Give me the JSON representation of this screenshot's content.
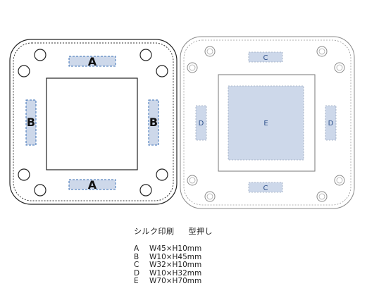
{
  "left_panel": {
    "zone_label_top": "A",
    "zone_label_bottom": "A",
    "zone_label_left": "B",
    "zone_label_right": "B"
  },
  "right_panel": {
    "zone_label_top": "C",
    "zone_label_bottom": "C",
    "zone_label_left": "D",
    "zone_label_right": "D",
    "zone_label_center": "E"
  },
  "legend": {
    "method_silk": "シルク印刷",
    "method_stamp": "型押し",
    "rows": [
      {
        "key": "A",
        "size": "W45×H10mm"
      },
      {
        "key": "B",
        "size": "W10×H45mm"
      },
      {
        "key": "C",
        "size": "W32×H10mm"
      },
      {
        "key": "D",
        "size": "W10×H32mm"
      },
      {
        "key": "E",
        "size": "W70×H70mm"
      }
    ]
  },
  "colors": {
    "zone_fill": "#cdd8ea",
    "zone_stroke_left": "#3a6fb5",
    "zone_stroke_right": "#9aa7bd",
    "outline": "#222222",
    "outline_light": "#888888",
    "label_text_right": "#2c4f8a"
  }
}
